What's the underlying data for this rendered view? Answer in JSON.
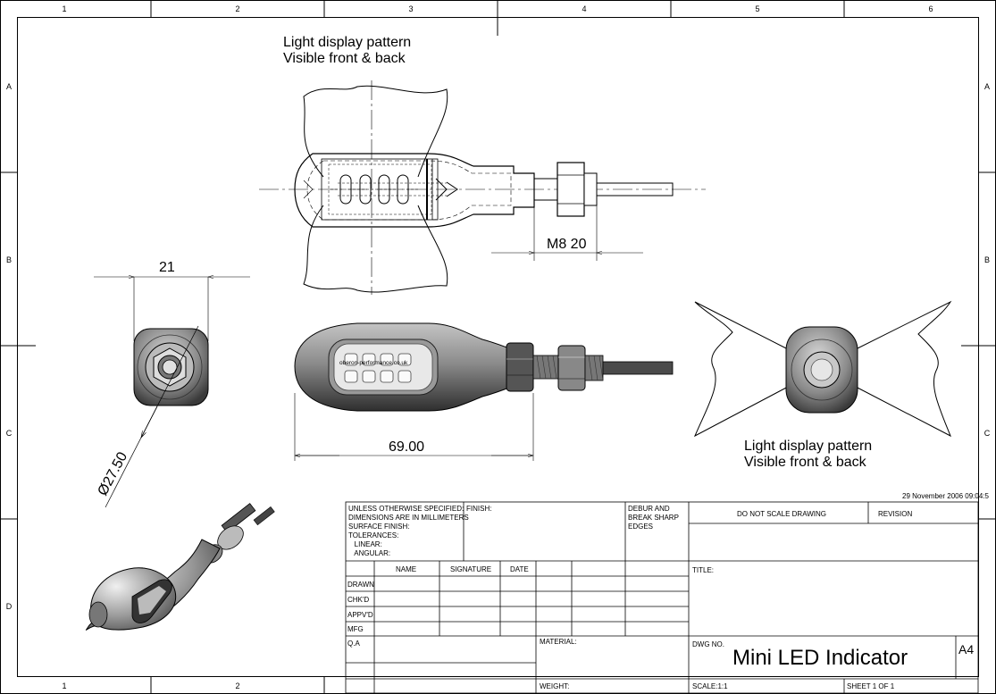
{
  "zones": {
    "columns": [
      "1",
      "2",
      "3",
      "4",
      "5",
      "6"
    ],
    "bottom_columns": [
      "1",
      "2"
    ],
    "rows": [
      "A",
      "B",
      "C",
      "D"
    ]
  },
  "views": {
    "top_note": [
      "Light display pattern",
      "Visible front & back"
    ],
    "right_note": [
      "Light display pattern",
      "Visible front & back"
    ],
    "thread_dim": "M8  20",
    "width_dim": "21",
    "diameter_dim": "Ø27.50",
    "length_dim": "69.00",
    "lens_watermark": "oberon-performance.co.uk",
    "timestamp": "29 November 2006 09:04:5"
  },
  "title_block": {
    "general_notes": [
      "UNLESS OTHERWISE SPECIFIED:",
      "DIMENSIONS ARE IN MILLIMETERS",
      "SURFACE FINISH:",
      "TOLERANCES:",
      "   LINEAR:",
      "   ANGULAR:"
    ],
    "finish": "FINISH:",
    "deburr": [
      "DEBUR AND",
      "BREAK SHARP",
      "EDGES"
    ],
    "do_not_scale": "DO NOT SCALE DRAWING",
    "revision": "REVISION",
    "headers": {
      "name": "NAME",
      "signature": "SIGNATURE",
      "date": "DATE"
    },
    "row_labels": [
      "DRAWN",
      "CHK'D",
      "APPV'D",
      "MFG",
      "Q.A"
    ],
    "title_label": "TITLE:",
    "material": "MATERIAL:",
    "weight": "WEIGHT:",
    "dwg_no": "DWG NO.",
    "drawing_title": "Mini LED Indicator",
    "size": "A4",
    "scale": "SCALE:1:1",
    "sheet": "SHEET 1 OF 1"
  }
}
